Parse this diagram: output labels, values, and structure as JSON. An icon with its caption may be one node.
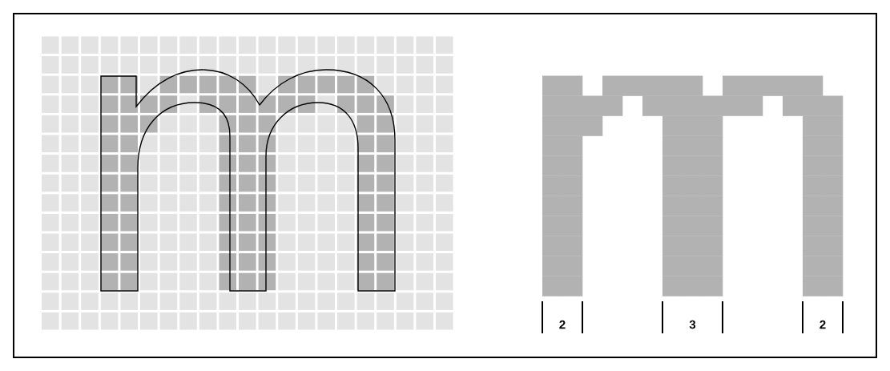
{
  "diagram": {
    "labels": [
      "2",
      "3",
      "2"
    ]
  }
}
